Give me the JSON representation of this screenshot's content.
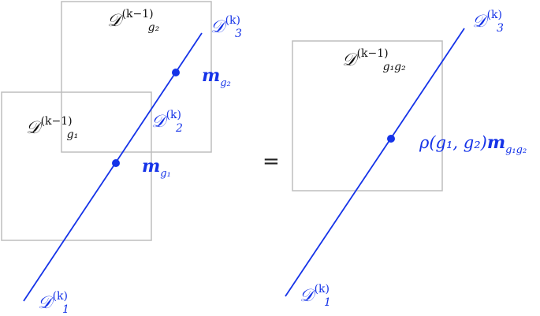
{
  "colors": {
    "box": "#bdbdbd",
    "line": "#1533e8",
    "text": "#111111"
  },
  "left": {
    "box_g2": {
      "sym": "𝒟",
      "sub": "g₂",
      "sup": "(k−1)"
    },
    "box_g1": {
      "sym": "𝒟",
      "sub": "g₁",
      "sup": "(k−1)"
    },
    "d3": {
      "sym": "𝒟",
      "sub": "3",
      "sup": "(k)"
    },
    "d2": {
      "sym": "𝒟",
      "sub": "2",
      "sup": "(k)"
    },
    "d1": {
      "sym": "𝒟",
      "sub": "1",
      "sup": "(k)"
    },
    "m_g2": {
      "sym": "m",
      "sub": "g₂"
    },
    "m_g1": {
      "sym": "m",
      "sub": "g₁"
    }
  },
  "equals": "=",
  "right": {
    "box": {
      "sym": "𝒟",
      "sub": "g₁g₂",
      "sup": "(k−1)"
    },
    "d3": {
      "sym": "𝒟",
      "sub": "3",
      "sup": "(k)"
    },
    "d1": {
      "sym": "𝒟",
      "sub": "1",
      "sup": "(k)"
    },
    "rho_prefix": "ρ(g₁, g₂)",
    "m": {
      "sym": "m",
      "sub": "g₁g₂"
    }
  }
}
